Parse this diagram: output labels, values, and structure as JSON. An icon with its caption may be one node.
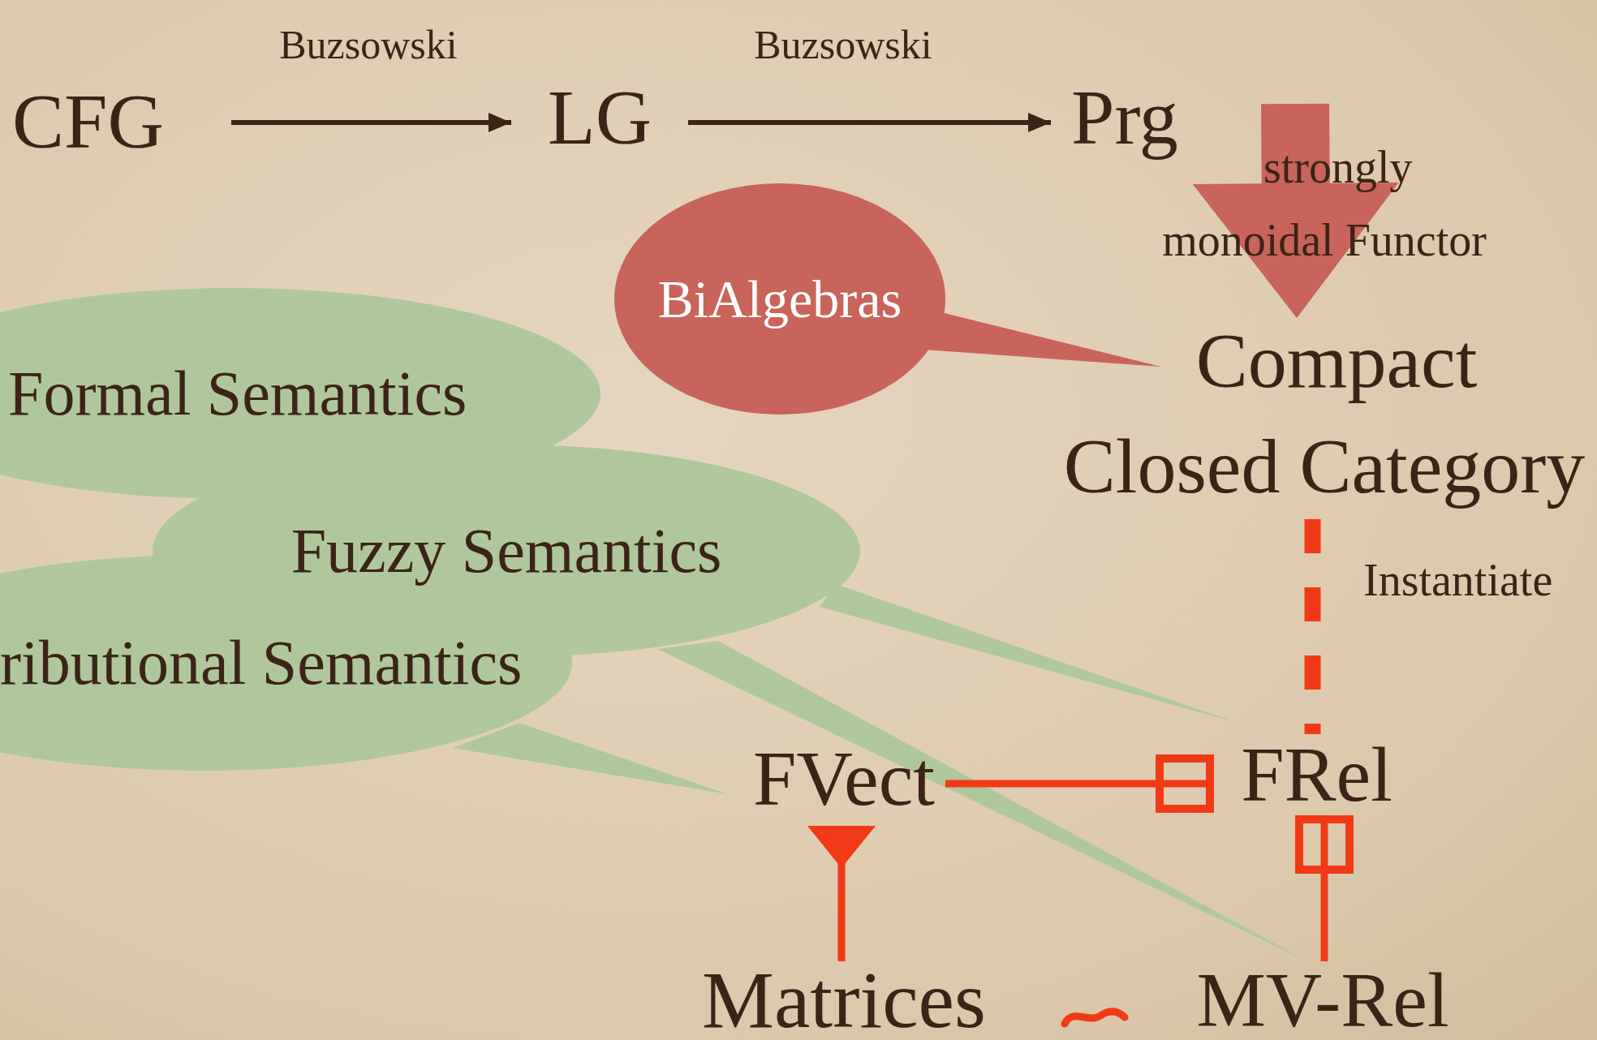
{
  "diagram": {
    "nodes": [
      {
        "text": [
          "CFG"
        ]
      },
      {
        "text": [
          "LG"
        ]
      },
      {
        "text": [
          "Prg"
        ]
      },
      {
        "text": [
          "BiAlgebras"
        ]
      },
      {
        "text": [
          "Compact Closed Category"
        ]
      },
      {
        "text": [
          "Formal Semantics"
        ]
      },
      {
        "text": [
          "Fuzzy Semantics"
        ]
      },
      {
        "text": [
          "ributional Semantics"
        ]
      },
      {
        "text": [
          "FVect"
        ]
      },
      {
        "text": [
          "FRel"
        ]
      },
      {
        "text": [
          "Matrices"
        ]
      },
      {
        "text": [
          "MV-Rel"
        ]
      }
    ],
    "edges": [
      {
        "from": 0,
        "to": 1,
        "arrow": "to",
        "label": "Buzsowski",
        "color": "#3b2416"
      },
      {
        "from": 1,
        "to": 2,
        "arrow": "to",
        "label": "Buzsowski",
        "color": "#3b2416"
      },
      {
        "from": 2,
        "to": 4,
        "arrow": "to",
        "label": "strongly monoidal Functor",
        "style": "thick",
        "color": "#c8645a"
      },
      {
        "from": 3,
        "to": 4,
        "arrow": "none",
        "color": "#c8645a"
      },
      {
        "from": 6,
        "to": 9,
        "arrow": "none",
        "color": "#b0c79c"
      },
      {
        "from": 6,
        "to": 11,
        "arrow": "none",
        "color": "#b0c79c"
      },
      {
        "from": 7,
        "to": 8,
        "arrow": "none",
        "color": "#b0c79c"
      },
      {
        "from": 4,
        "to": 9,
        "arrow": "none",
        "label": "Instantiate",
        "style": "dashed",
        "color": "#f03a17"
      },
      {
        "from": 8,
        "to": 9,
        "arrow": "other",
        "color": "#f03a17"
      },
      {
        "from": 9,
        "to": 11,
        "arrow": "other",
        "color": "#f03a17"
      },
      {
        "from": 8,
        "to": 10,
        "arrow": "other",
        "color": "#f03a17"
      }
    ]
  }
}
